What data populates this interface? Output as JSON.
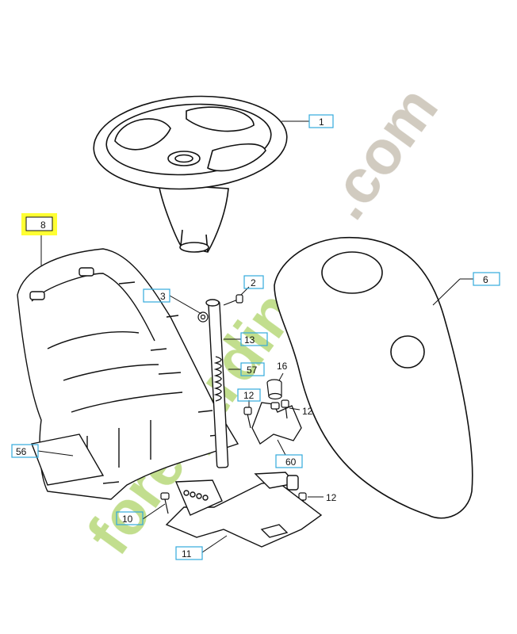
{
  "diagram": {
    "highlight_color": "#ffff33",
    "callout_box_color": "#33aadd",
    "line_color": "#111111",
    "callouts": [
      {
        "id": "c1",
        "label": "1"
      },
      {
        "id": "c2",
        "label": "2"
      },
      {
        "id": "c3",
        "label": "3"
      },
      {
        "id": "c6",
        "label": "6"
      },
      {
        "id": "c8",
        "label": "8"
      },
      {
        "id": "c10",
        "label": "10"
      },
      {
        "id": "c11",
        "label": "11"
      },
      {
        "id": "c12a",
        "label": "12"
      },
      {
        "id": "c12b",
        "label": "12"
      },
      {
        "id": "c12c",
        "label": "12"
      },
      {
        "id": "c13",
        "label": "13"
      },
      {
        "id": "c16",
        "label": "16"
      },
      {
        "id": "c56",
        "label": "56"
      },
      {
        "id": "c57",
        "label": "57"
      },
      {
        "id": "c60",
        "label": "60"
      }
    ],
    "watermark": {
      "green_part": "forêtjardin",
      "grey_part": ".com",
      "green_color": "#b7d97a",
      "orange_color": "#f5a94a",
      "grey_color": "#c9c2b5"
    }
  }
}
